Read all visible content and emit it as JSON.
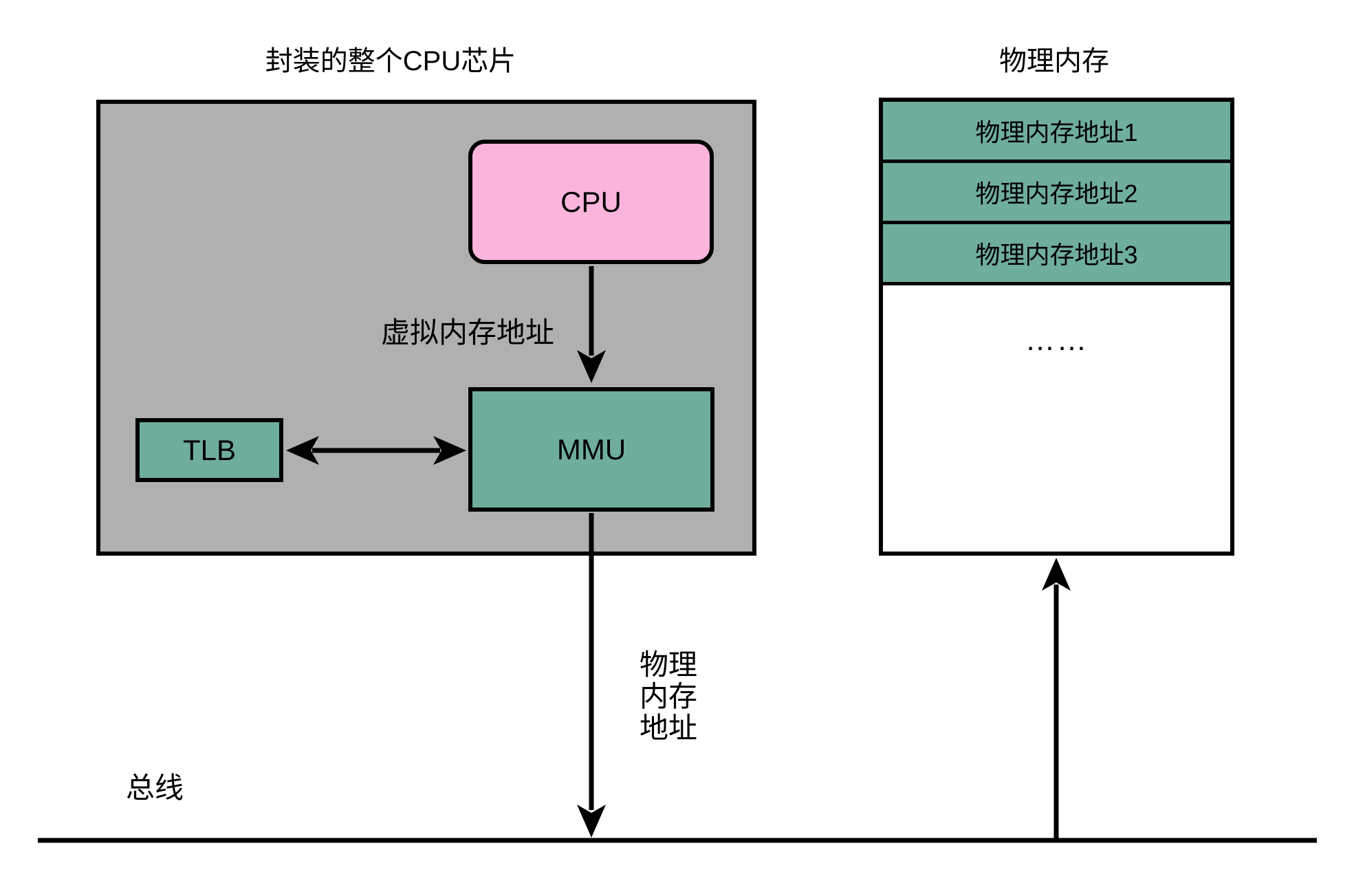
{
  "diagram": {
    "left_title": "封装的整个CPU芯片",
    "right_title": "物理内存",
    "cpu_chip": {
      "cpu_label": "CPU",
      "mmu_label": "MMU",
      "tlb_label": "TLB",
      "virtual_address_label": "虚拟内存地址"
    },
    "bus": {
      "label": "总线",
      "physical_address_lines": [
        "物理",
        "内存",
        "地址"
      ]
    },
    "memory": {
      "rows": [
        "物理内存地址1",
        "物理内存地址2",
        "物理内存地址3"
      ],
      "ellipsis": "……"
    },
    "colors": {
      "chip_background": "#B0B0B0",
      "cpu_fill": "#FBB5DC",
      "module_fill": "#6FAD9D",
      "memory_row_fill": "#6FAD9D",
      "line_color": "#000000",
      "page_background": "#FFFFFF"
    }
  }
}
